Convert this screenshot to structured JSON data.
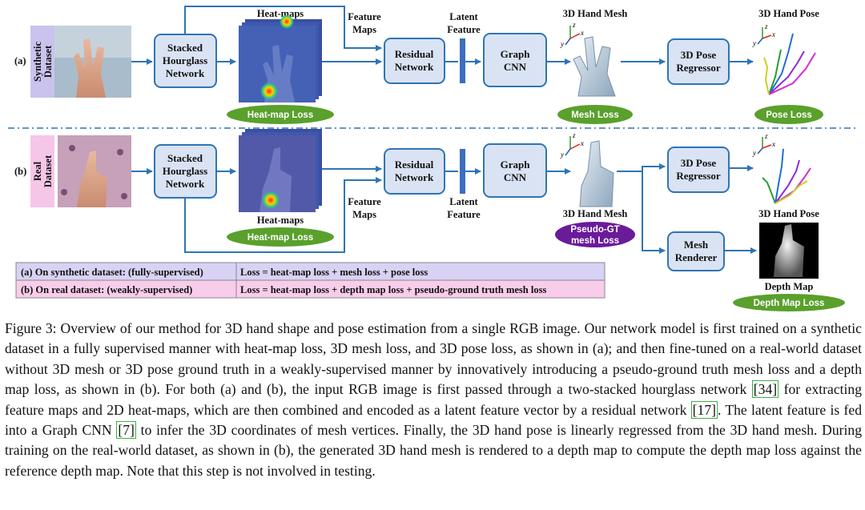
{
  "row_a": {
    "label": "(a)",
    "dataset_label": [
      "Synthetic",
      "Dataset"
    ],
    "hourglass": [
      "Stacked",
      "Hourglass",
      "Network"
    ],
    "heatmaps_title": "Heat-maps",
    "feature_maps": [
      "Feature",
      "Maps"
    ],
    "latent_feature": [
      "Latent",
      "Feature"
    ],
    "residual": [
      "Residual",
      "Network"
    ],
    "graph_cnn": [
      "Graph",
      "CNN"
    ],
    "mesh_title": "3D Hand Mesh",
    "pose_regressor": [
      "3D Pose",
      "Regressor"
    ],
    "pose_title": "3D Hand Pose",
    "heatmap_loss": "Heat-map Loss",
    "mesh_loss": "Mesh Loss",
    "pose_loss": "Pose Loss"
  },
  "row_b": {
    "label": "(b)",
    "dataset_label": [
      "Real",
      "Dataset"
    ],
    "hourglass": [
      "Stacked",
      "Hourglass",
      "Network"
    ],
    "heatmaps_title": "Heat-maps",
    "feature_maps": [
      "Feature",
      "Maps"
    ],
    "latent_feature": [
      "Latent",
      "Feature"
    ],
    "residual": [
      "Residual",
      "Network"
    ],
    "graph_cnn": [
      "Graph",
      "CNN"
    ],
    "mesh_title": "3D Hand Mesh",
    "pose_regressor": [
      "3D Pose",
      "Regressor"
    ],
    "pose_title": "3D Hand Pose",
    "mesh_renderer": [
      "Mesh",
      "Renderer"
    ],
    "depth_title": "Depth Map",
    "heatmap_loss": "Heat-map Loss",
    "pseudo_loss": [
      "Pseudo-GT",
      "mesh Loss"
    ],
    "depth_loss": "Depth Map Loss"
  },
  "axes": {
    "x": "x",
    "y": "y",
    "z": "z"
  },
  "legend_table": {
    "rows": [
      {
        "left": "(a) On synthetic dataset: (fully-supervised)",
        "right": "Loss = heat-map loss + mesh loss + pose loss"
      },
      {
        "left": "(b) On real dataset: (weakly-supervised)",
        "right": "Loss = heat-map loss + depth map loss + pseudo-ground truth mesh loss"
      }
    ]
  },
  "colors": {
    "arrow": "#2e75b6",
    "box_fill": "#dae3f3",
    "box_stroke": "#2e75b6",
    "loss_green": "#5aa02c",
    "loss_purple": "#6a1b9a",
    "synthetic_tag": "#c9c3ee",
    "real_tag": "#f6c6e8",
    "latent_bar": "#3a6fbf"
  },
  "caption": {
    "p1": "Figure 3: Overview of our method for 3D hand shape and pose estimation from a single RGB image. Our network model is first trained on a synthetic dataset in a fully supervised manner with heat-map loss, 3D mesh loss, and 3D pose loss, as shown in (a); and then fine-tuned on a real-world dataset without 3D mesh or 3D pose ground truth in a weakly-supervised manner by innovatively introducing a pseudo-ground truth mesh loss and a depth map loss, as shown in (b). For both (a) and (b), the input RGB image is first passed through a two-stacked hourglass network ",
    "ref1": "[34]",
    "p2": " for extracting feature maps and 2D heat-maps, which are then combined and encoded as a latent feature vector by a residual network ",
    "ref2": "[17]",
    "p3": ". The latent feature is fed into a Graph CNN ",
    "ref3": "[7]",
    "p4": " to infer the 3D coordinates of mesh vertices. Finally, the 3D hand pose is linearly regressed from the 3D hand mesh. During training on the real-world dataset, as shown in (b), the generated 3D hand mesh is rendered to a depth map to compute the depth map loss against the reference depth map. Note that this step is not involved in testing."
  }
}
